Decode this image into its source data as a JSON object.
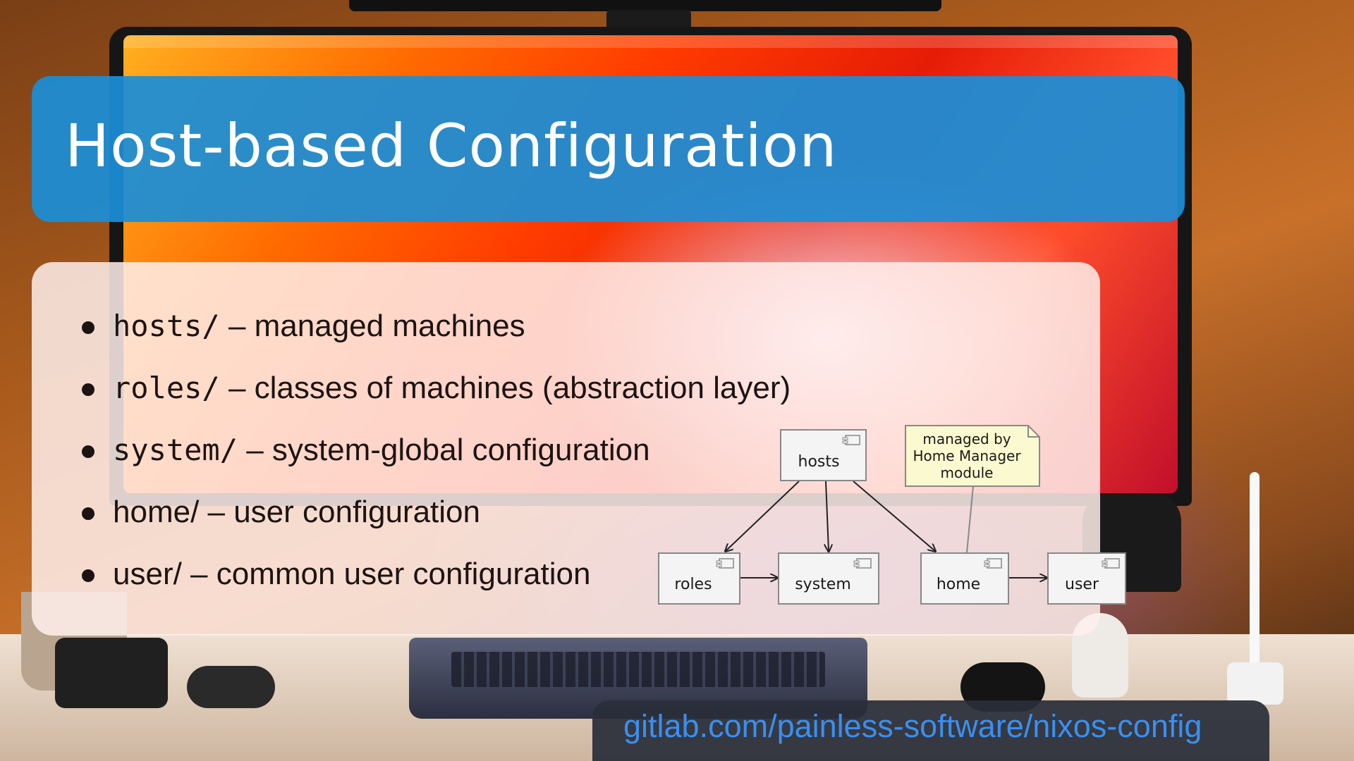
{
  "slide": {
    "title": "Host-based Configuration",
    "bullets": [
      {
        "code": "hosts/",
        "text": " – managed machines"
      },
      {
        "code": "roles/",
        "text": " – classes of machines (abstraction layer)"
      },
      {
        "code": "system/",
        "text": " – system-global configuration"
      },
      {
        "code": "",
        "text": "home/ – user configuration"
      },
      {
        "code": "",
        "text": "user/ – common user configuration"
      }
    ],
    "link": "gitlab.com/painless-software/nixos-config"
  },
  "diagram": {
    "nodes": {
      "hosts": "hosts",
      "roles": "roles",
      "system": "system",
      "home": "home",
      "user": "user"
    },
    "note": {
      "line1": "managed by",
      "line2": "Home Manager",
      "line3": "module"
    },
    "colors": {
      "node_fill": "#f4f4f4",
      "node_stroke": "#888888",
      "note_fill": "#fbf9cf",
      "arrow": "#222222"
    }
  },
  "colors": {
    "title_banner": "#1b8ed7",
    "link_text": "#3a8ff0"
  }
}
